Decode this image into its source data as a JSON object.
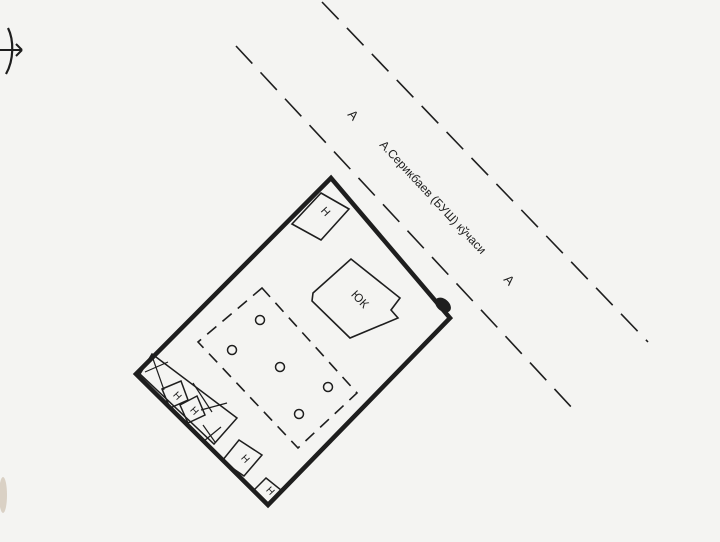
{
  "street": {
    "name": "А.Серикбаев (БУШ) кўчаси",
    "section_marker_left": "А",
    "section_marker_right": "А"
  },
  "plan": {
    "main_building": "ЮК",
    "small_blocks": [
      "Н",
      "Н",
      "Н",
      "Н",
      "Н"
    ]
  },
  "colors": {
    "ink": "#1e1e1e",
    "paper": "#f4f4f2"
  }
}
